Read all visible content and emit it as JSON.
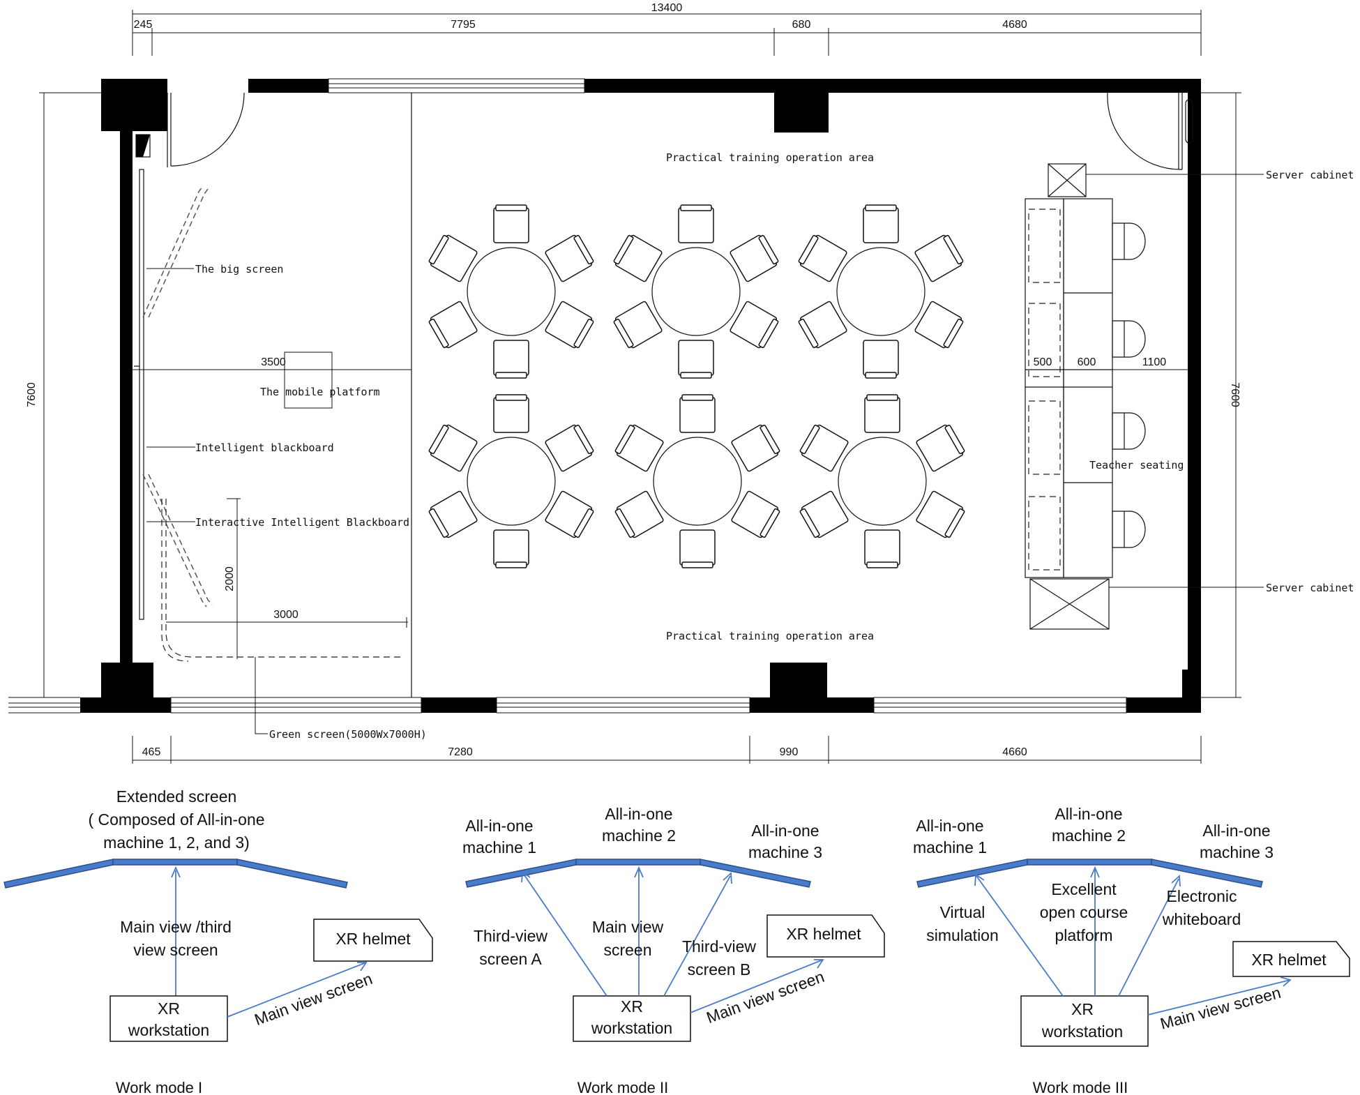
{
  "floorplan": {
    "dims_top": {
      "total": "13400",
      "a": "245",
      "b": "7795",
      "c": "680",
      "d": "4680"
    },
    "dims_bottom": {
      "a": "465",
      "b": "7280",
      "c": "990",
      "d": "4660"
    },
    "dim_left": "7600",
    "dim_right": "7600",
    "dim_3500": "3500",
    "dim_2000": "2000",
    "dim_3000": "3000",
    "dim_500": "500",
    "dim_600": "600",
    "dim_1100": "1100",
    "labels": {
      "area_top": "Practical training operation area",
      "area_bottom": "Practical training operation area",
      "big_screen": "The big screen",
      "mobile_platform": "The mobile platform",
      "intelligent_blackboard": "Intelligent blackboard",
      "interactive_blackboard": "Interactive Intelligent Blackboard",
      "green_screen": "Green screen(5000Wx7000H)",
      "server_cabinet_top": "Server cabinet",
      "server_cabinet_bottom": "Server cabinet",
      "teacher_seating": "Teacher seating"
    }
  },
  "modes": [
    {
      "name": "Work mode I",
      "screen_label": [
        "Extended screen",
        "( Composed of All-in-one",
        "machine 1, 2, and 3)"
      ],
      "main_view": [
        "Main view /third",
        "view screen"
      ],
      "helmet": "XR helmet",
      "workstation": [
        "XR",
        "workstation"
      ],
      "helmet_link": "Main view screen"
    },
    {
      "name": "Work mode II",
      "machine1": [
        "All-in-one",
        "machine 1"
      ],
      "machine2": [
        "All-in-one",
        "machine 2"
      ],
      "machine3": [
        "All-in-one",
        "machine 3"
      ],
      "view_a": [
        "Third-view",
        "screen A"
      ],
      "view_main": [
        "Main view",
        "screen"
      ],
      "view_b": [
        "Third-view",
        "screen B"
      ],
      "helmet": "XR helmet",
      "workstation": [
        "XR",
        "workstation"
      ],
      "helmet_link": "Main view screen"
    },
    {
      "name": "Work mode III",
      "machine1": [
        "All-in-one",
        "machine 1"
      ],
      "machine2": [
        "All-in-one",
        "machine 2"
      ],
      "machine3": [
        "All-in-one",
        "machine 3"
      ],
      "view_a": [
        "Virtual",
        "simulation"
      ],
      "view_main": [
        "Excellent",
        "open course",
        "platform"
      ],
      "view_b": [
        "Electronic",
        "whiteboard"
      ],
      "helmet": "XR helmet",
      "workstation": [
        "XR",
        "workstation"
      ],
      "helmet_link": "Main view screen"
    }
  ]
}
